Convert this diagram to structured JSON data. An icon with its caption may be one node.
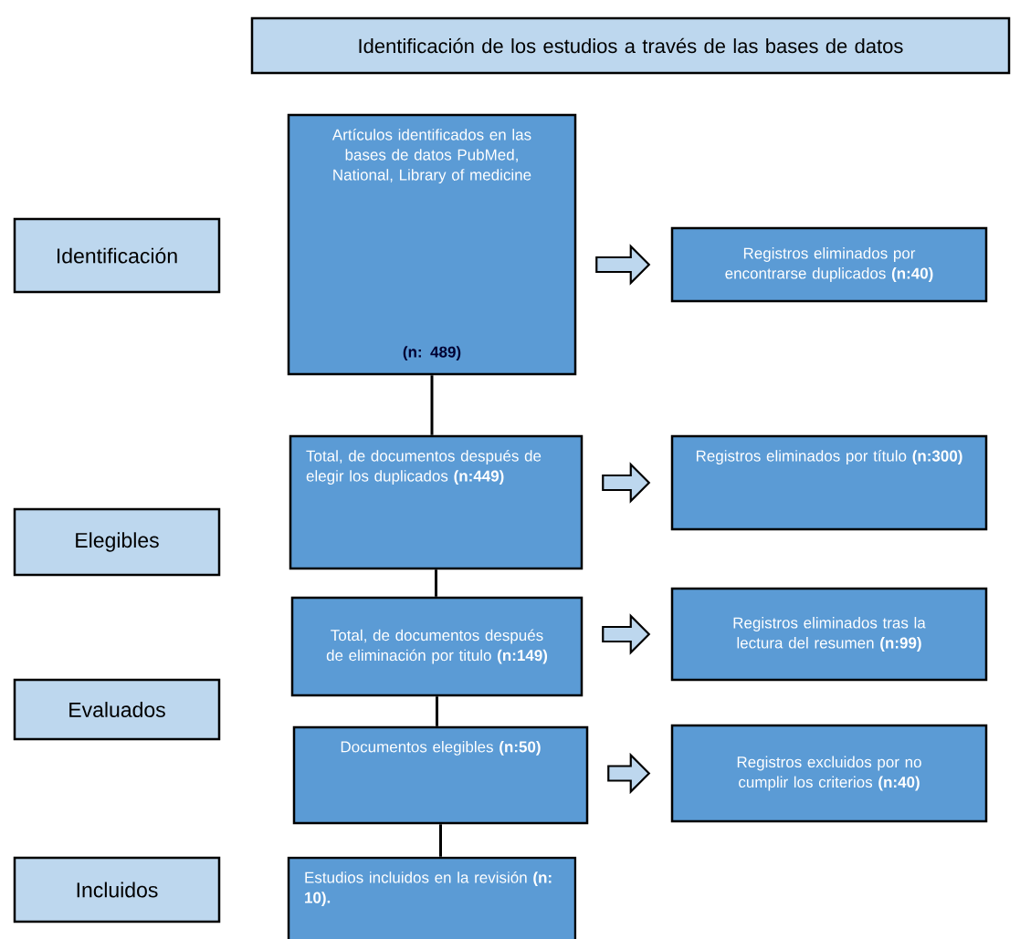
{
  "diagram": {
    "nodes": [
      {
        "text": [
          "Identificación de los estudios a través de las bases de datos"
        ]
      },
      {
        "text": [
          "Identificación"
        ]
      },
      {
        "text": [
          "Elegibles"
        ]
      },
      {
        "text": [
          "Evaluados"
        ]
      },
      {
        "text": [
          "Incluidos"
        ]
      },
      {
        "text": [
          "Artículos identificados en las bases de datos PubMed, National, Library of medicine",
          "(n: 489)"
        ]
      },
      {
        "text": [
          "Registros eliminados por encontrarse duplicados **(n:40)**"
        ]
      },
      {
        "text": [
          "Total, de documentos después de elegir los duplicados **(n:449)**"
        ]
      },
      {
        "text": [
          "Registros eliminados por título **(n:300)**"
        ]
      },
      {
        "text": [
          "Total, de documentos después de eliminación por titulo **(n:149)**"
        ]
      },
      {
        "text": [
          "Registros eliminados tras la lectura del resumen **(n:99)**"
        ]
      },
      {
        "text": [
          "Documentos elegibles **(n:50)**"
        ]
      },
      {
        "text": [
          "Registros excluidos por no cumplir los criterios **(n:40)**"
        ]
      },
      {
        "text": [
          "Estudios incluidos en la revisión **(n: 10).**"
        ]
      }
    ],
    "edges": [
      {
        "from": 5,
        "to": 6,
        "arrow": "to"
      },
      {
        "from": 5,
        "to": 7,
        "arrow": "none"
      },
      {
        "from": 7,
        "to": 8,
        "arrow": "to"
      },
      {
        "from": 7,
        "to": 9,
        "arrow": "none"
      },
      {
        "from": 9,
        "to": 10,
        "arrow": "to"
      },
      {
        "from": 9,
        "to": 11,
        "arrow": "none"
      },
      {
        "from": 11,
        "to": 12,
        "arrow": "to"
      },
      {
        "from": 11,
        "to": 13,
        "arrow": "none"
      }
    ]
  }
}
